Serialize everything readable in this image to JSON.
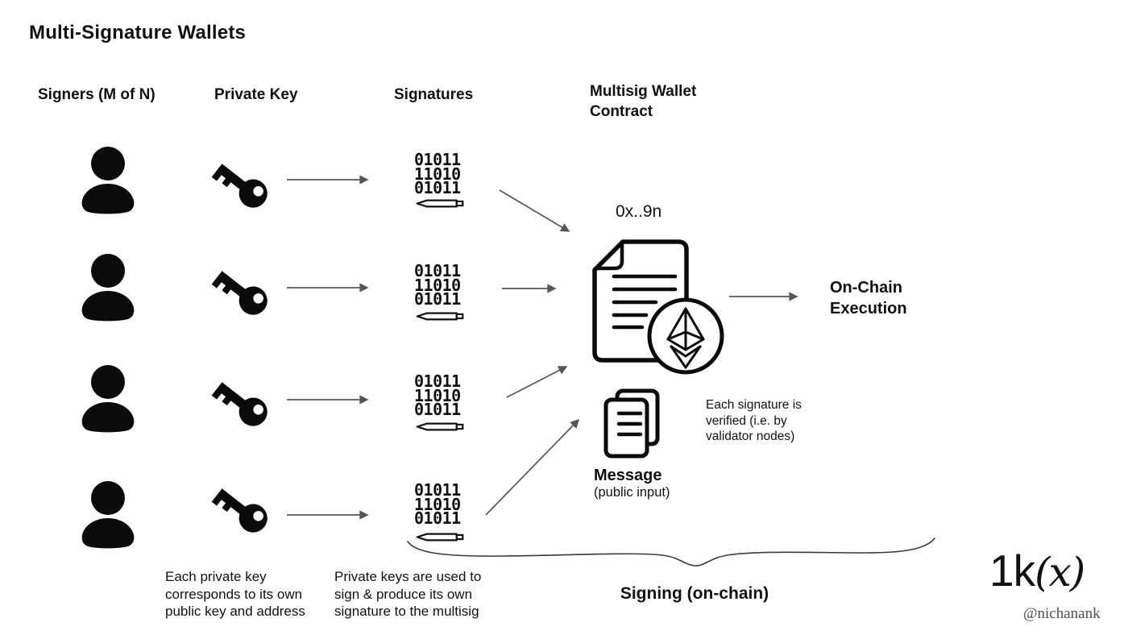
{
  "title": "Multi-Signature Wallets",
  "headers": {
    "signers": "Signers (M of N)",
    "private_key": "Private Key",
    "signatures": "Signatures",
    "contract": "Multisig Wallet\nContract"
  },
  "signature_text": "01011\n11010\n01011",
  "contract_address": "0x..9n",
  "execution_label": "On-Chain\nExecution",
  "message_label": "Message",
  "message_sublabel": "(public input)",
  "verification_note": "Each signature is\nverified (i.e. by\nvalidator nodes)",
  "private_key_note": "Each private key\ncorresponds to its own\npublic key and address",
  "signature_note": "Private keys are used to\nsign & produce its own\nsignature to the multisig",
  "signing_label": "Signing (on-chain)",
  "branding": {
    "logo": "1k",
    "logo_suffix": "(x)",
    "handle": "@nichanank"
  },
  "icons": {
    "signer": "person-icon",
    "private_key": "key-icon",
    "signature_pen": "pen-icon",
    "contract_document": "document-icon",
    "ethereum": "ethereum-icon",
    "message": "message-pages-icon",
    "arrows": "arrow-icon",
    "brace": "curly-brace"
  },
  "colors": {
    "ink": "#111111",
    "arrow": "#55565a",
    "brace": "#3a3a3a",
    "handle_text": "#4f4f4f",
    "background": "#ffffff"
  }
}
